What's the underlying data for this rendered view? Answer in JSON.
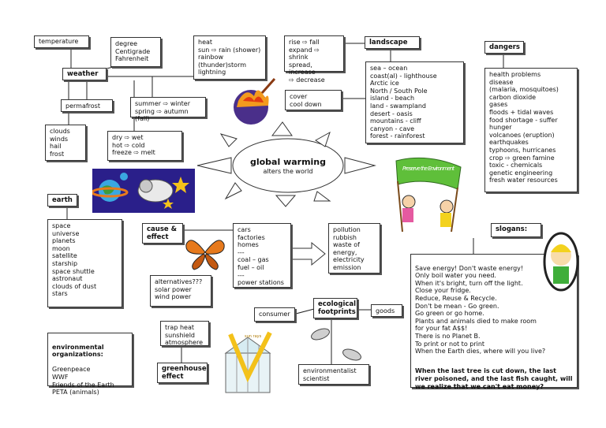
{
  "temperature": {
    "label": "temperature"
  },
  "degree": {
    "lines": "degree\nCentigrade\nFahrenheit"
  },
  "weather": {
    "label": "weather"
  },
  "permafrost": {
    "label": "permafrost"
  },
  "precip": {
    "lines": "clouds\nwinds\nhail\nfrost"
  },
  "heat": {
    "lines": "heat\nsun ⇨ rain (shower)\nrainbow\n(thunder)storm\nlightning"
  },
  "seasons": {
    "lines": "summer ⇨ winter\nspring ⇨ autumn (fall)"
  },
  "opposites": {
    "lines": "dry ⇨ wet\nhot ⇨ cold\nfreeze ⇨ melt"
  },
  "rise": {
    "lines": "rise ⇨ fall\nexpand ⇨ shrink\nspread, increase\n⇨ decrease"
  },
  "landscape": {
    "label": "landscape"
  },
  "landscape_list": {
    "lines": "sea – ocean\ncoast(al) - lighthouse\nArctic ice\nNorth / South Pole\nisland - beach\nland - swampland\ndesert - oasis\nmountains - cliff\ncanyon - cave\nforest - rainforest"
  },
  "cover": {
    "lines": "cover\ncool down"
  },
  "dangers": {
    "label": "dangers"
  },
  "dangers_list": {
    "lines": "health problems\ndisease\n(malaria, mosquitoes)\ncarbon dioxide\ngases\nfloods + tidal waves\nfood shortage - suffer\nhunger\nvolcanoes (eruption)\nearthquakes\ntyphoons, hurricanes\ncrop ⇨ green famine\ntoxic - chemicals\ngenetic engineering\nfresh water resources"
  },
  "center": {
    "title": "global warming",
    "subtitle": "alters the world"
  },
  "banner": {
    "text": "Preserve the Environment"
  },
  "earth": {
    "label": "earth"
  },
  "earth_list": {
    "lines": "space\nuniverse\nplanets\nmoon\nsatellite\nstarship\nspace shuttle\nastronaut\nclouds of dust\nstars"
  },
  "cause": {
    "label": "cause &\neffect"
  },
  "cars": {
    "lines": "cars\nfactories\nhomes\n---\ncoal – gas\nfuel – oil\n---\npower stations"
  },
  "pollution": {
    "lines": "pollution\nrubbish\nwaste of\nenergy,\nelectricity\nemission"
  },
  "slogans": {
    "label": "slogans:"
  },
  "slogans_list": {
    "lines": "Save energy! Don't waste energy!\nOnly boil water you need.\nWhen it's bright, turn off the light.\nClose your fridge.\nReduce, Reuse & Recycle.\nDon't be mean - Go green.\nGo green or go home.\nPlants and animals died to make room\nfor your fat A$$!\nThere is no Planet B.\nTo print or not to print\nWhen the Earth dies, where will you live?",
    "quote": "When the last tree is cut down, the last river poisoned, and the last fish caught, will we realize that we can't eat money?"
  },
  "alternatives": {
    "lines": "alternatives???\nsolar power\nwind power"
  },
  "consumer": {
    "label": "consumer"
  },
  "footprints": {
    "label": "ecological\nfootprints"
  },
  "goods": {
    "label": "goods"
  },
  "organizations": {
    "title": "environmental\norganizations:",
    "lines": "Greenpeace\nWWF\nFriends of the Earth\nPETA (animals)"
  },
  "trap": {
    "lines": "trap heat\nsunshield\natmosphere"
  },
  "greenhouse": {
    "label": "greenhouse\neffect"
  },
  "environmentalist": {
    "lines": "environmentalist\nscientist"
  },
  "greenhouse_pic": {
    "text": "sun rays"
  }
}
